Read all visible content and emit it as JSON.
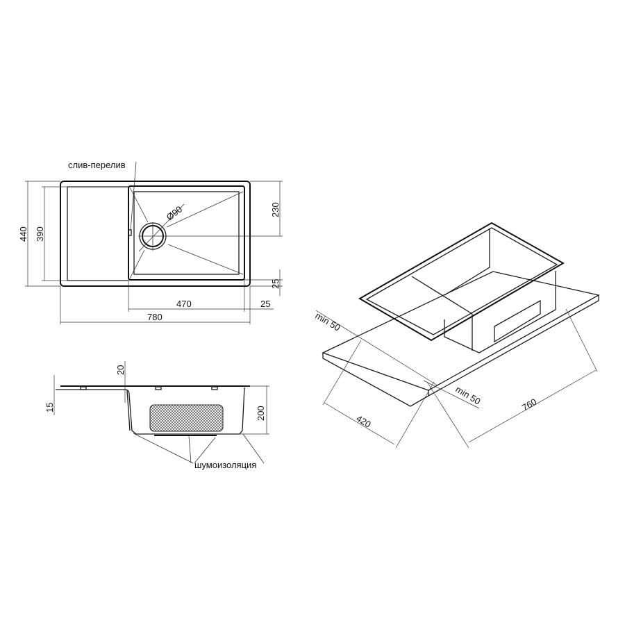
{
  "top_view": {
    "label_overflow": "слив-перелив",
    "dim_total_width": "780",
    "dim_bowl_width": "470",
    "dim_right_margin": "25",
    "dim_total_depth": "440",
    "dim_inner_depth": "390",
    "dim_drain_offset": "230",
    "dim_bottom_margin": "25",
    "dim_drain_diameter": "Ø90"
  },
  "side_view": {
    "dim_rim_height": "20",
    "dim_worktop_thickness": "15",
    "dim_bowl_depth": "200",
    "label_insulation": "шумоизоляция"
  },
  "iso_view": {
    "dim_min_left": "min 50",
    "dim_min_right": "min 50",
    "dim_cutout_depth": "420",
    "dim_cutout_width": "760"
  }
}
